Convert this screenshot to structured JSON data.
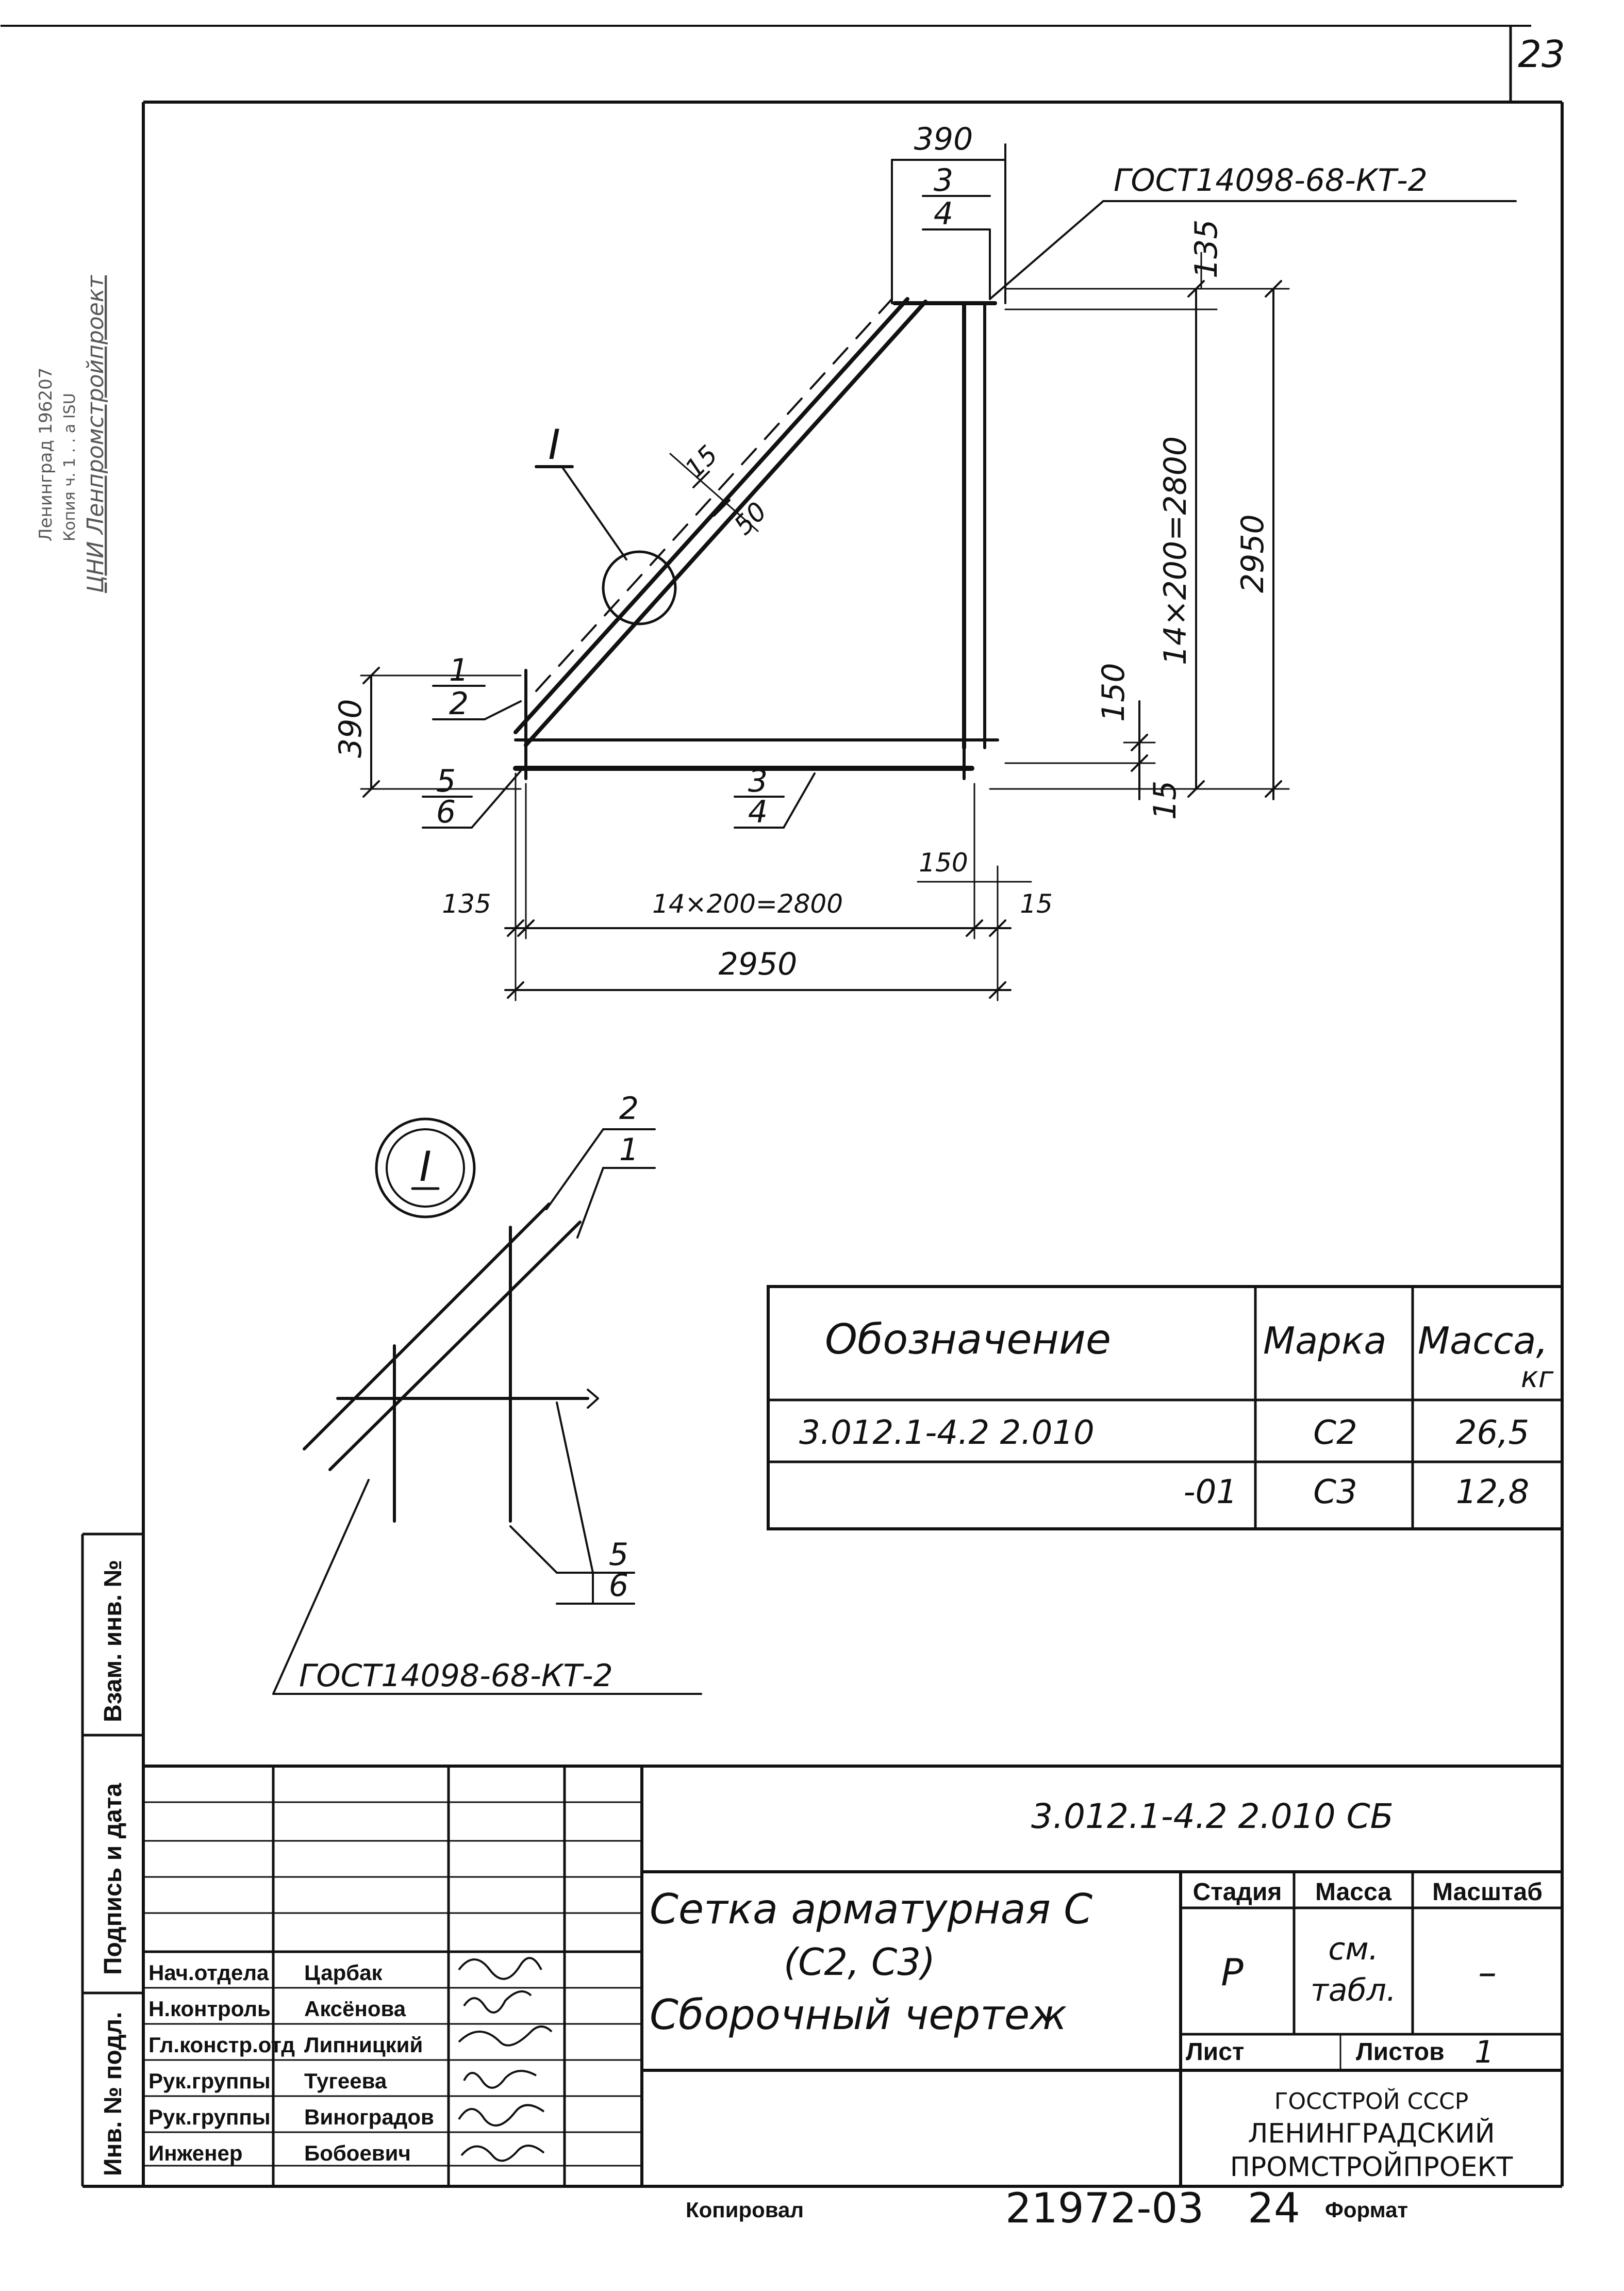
{
  "page_number": "23",
  "stamp": {
    "line1": "Ленинград 196207",
    "line2": "Копия   ч. 1 . . а   ISU",
    "line3": "ЦНИ Ленпромстройпроект"
  },
  "main_drawing": {
    "dim_top": "390",
    "gost_label": "ГОСТ14098-68-КТ-2",
    "pos_3": "3",
    "pos_4": "4",
    "dim_135_top": "135",
    "dim_14x200_v": "14×200=2800",
    "dim_2950_v": "2950",
    "detail_label": "I",
    "dim_15": "15",
    "dim_50": "50",
    "pos_1": "1",
    "pos_2": "2",
    "dim_390_left": "390",
    "dim_150_v": "150",
    "pos_5": "5",
    "pos_6": "6",
    "bar_pos_3": "3",
    "bar_pos_4": "4",
    "dim_15_v": "15",
    "dim_150_h": "150",
    "dim_135_bottom": "135",
    "dim_14x200_h": "14×200=2800",
    "dim_15_h": "15",
    "dim_2950_h": "2950"
  },
  "detail_view": {
    "label": "I",
    "pos_2": "2",
    "pos_1": "1",
    "pos_5": "5",
    "pos_6": "6",
    "gost_label": "ГОСТ14098-68-КТ-2"
  },
  "spec_table": {
    "headers": [
      "Обозначение",
      "Марка",
      "Масса,",
      "кг"
    ],
    "rows": [
      {
        "designation": "3.012.1-4.2  2.010",
        "mark": "С2",
        "mass": "26,5"
      },
      {
        "designation": "-01",
        "mark": "С3",
        "mass": "12,8"
      }
    ]
  },
  "side_margin": {
    "inv_podl": "Инв. № подл.",
    "podpis_data": "Подпись и дата",
    "vzam_inv": "Взам. инв. №"
  },
  "title_block": {
    "doc_code": "3.012.1-4.2  2.010 СБ",
    "title_line1": "Сетка арматурная С",
    "title_line2": "(С2, С3)",
    "title_line3": "Сборочный чертеж",
    "stage_header": "Стадия",
    "mass_header": "Масса",
    "scale_header": "Масштаб",
    "stage_value": "Р",
    "mass_value_1": "см.",
    "mass_value_2": "табл.",
    "scale_value": "–",
    "sheet_label": "Лист",
    "sheets_label": "Листов",
    "sheets_value": "1",
    "org_line1": "ГОССТРОЙ СССР",
    "org_line2": "ЛЕНИНГРАДСКИЙ",
    "org_line3": "ПРОМСТРОЙПРОЕКТ",
    "people": [
      {
        "role": "Нач.отдела",
        "name": "Царбак"
      },
      {
        "role": "Н.контроль",
        "name": "Аксёнова"
      },
      {
        "role": "Гл.констр.отд",
        "name": "Липницкий"
      },
      {
        "role": "Рук.группы",
        "name": "Тугеева"
      },
      {
        "role": "Рук.группы",
        "name": "Виноградов"
      },
      {
        "role": "Инженер",
        "name": "Бобоевич"
      }
    ]
  },
  "footer": {
    "copied": "Копировал",
    "number": "21972-03",
    "page": "24",
    "format": "Формат"
  }
}
